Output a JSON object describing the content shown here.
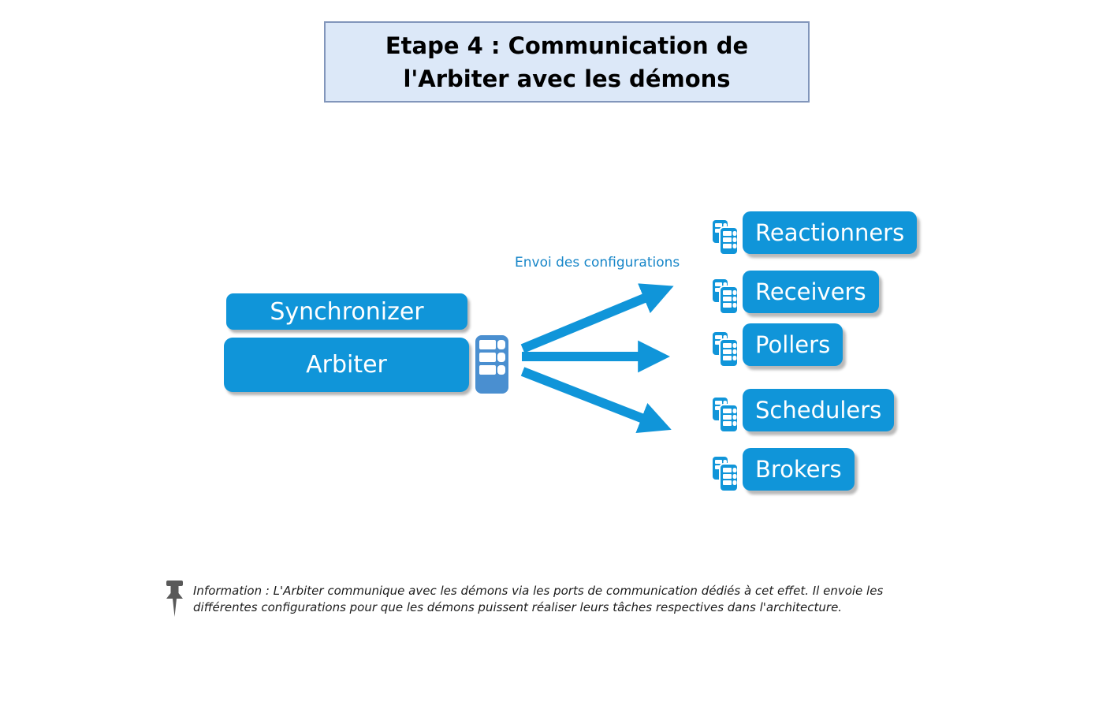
{
  "title": {
    "line1": "Etape 4 : Communication de",
    "line2": "l'Arbiter avec les démons"
  },
  "nodes": {
    "synchronizer": "Synchronizer",
    "arbiter": "Arbiter"
  },
  "flow_label": "Envoi des configurations",
  "daemons": [
    "Reactionners",
    "Receivers",
    "Pollers",
    "Schedulers",
    "Brokers"
  ],
  "note": "Information : L'Arbiter communique avec les démons via les ports de communication dédiés à cet effet. Il envoie les différentes configurations pour que les démons puissent réaliser leurs tâches respectives dans l'architecture.",
  "icons": {
    "server": "server-tower-icon",
    "daemon": "stacked-servers-icon",
    "pin": "push-pin-icon",
    "arrows": "fan-out-arrows"
  },
  "colors": {
    "accent_blue": "#1095d9",
    "server_blue": "#4a8fd0",
    "flow_label_blue": "#1786c8",
    "title_bg": "#dce8f8",
    "title_border": "#8296bb",
    "pin_gray": "#595959",
    "note_text": "#1c1c1c"
  }
}
